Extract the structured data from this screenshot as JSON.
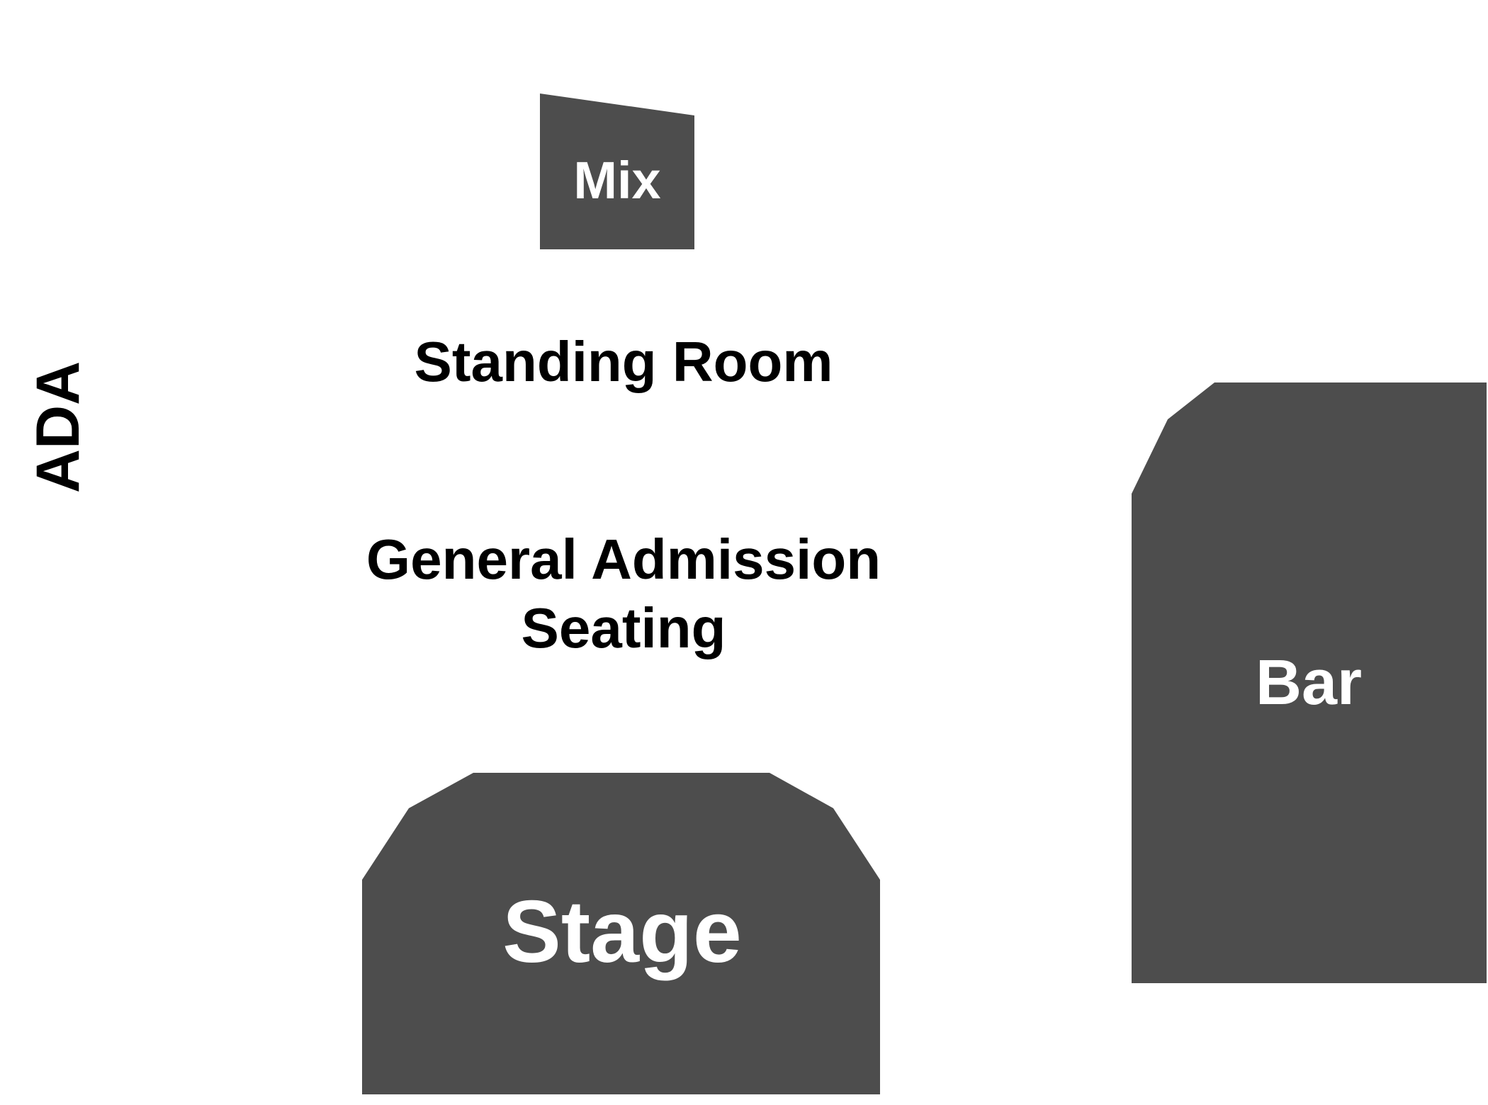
{
  "map": {
    "background_color": "#ffffff",
    "block_color": "#4d4d4d",
    "label_dark_color": "#000000",
    "label_light_color": "#ffffff",
    "sections": {
      "mix": {
        "label": "Mix"
      },
      "standing_room": {
        "label": "Standing Room"
      },
      "general_admission": {
        "label_line1": "General Admission",
        "label_line2": "Seating"
      },
      "ada": {
        "label": "ADA"
      },
      "bar": {
        "label": "Bar"
      },
      "stage": {
        "label": "Stage"
      }
    }
  }
}
